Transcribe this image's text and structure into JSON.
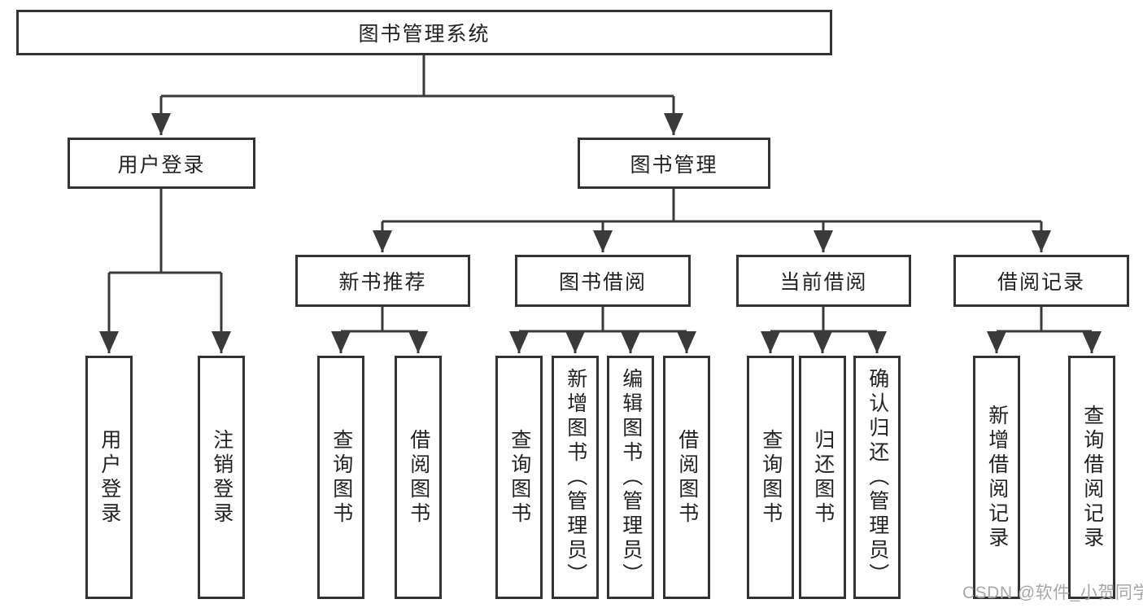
{
  "root": {
    "label": "图书管理系统"
  },
  "level1": [
    {
      "label": "用户登录"
    },
    {
      "label": "图书管理"
    }
  ],
  "level2": [
    {
      "label": "新书推荐",
      "parent": "图书管理"
    },
    {
      "label": "图书借阅",
      "parent": "图书管理"
    },
    {
      "label": "当前借阅",
      "parent": "图书管理"
    },
    {
      "label": "借阅记录",
      "parent": "图书管理"
    }
  ],
  "leaves": [
    {
      "label": "用户登录",
      "parent": "用户登录"
    },
    {
      "label": "注销登录",
      "parent": "用户登录"
    },
    {
      "label": "查询图书",
      "parent": "新书推荐"
    },
    {
      "label": "借阅图书",
      "parent": "新书推荐"
    },
    {
      "label": "查询图书",
      "parent": "图书借阅"
    },
    {
      "label": "新增图书（管理员）",
      "parent": "图书借阅"
    },
    {
      "label": "编辑图书（管理员）",
      "parent": "图书借阅"
    },
    {
      "label": "借阅图书",
      "parent": "图书借阅"
    },
    {
      "label": "查询图书",
      "parent": "当前借阅"
    },
    {
      "label": "归还图书",
      "parent": "当前借阅"
    },
    {
      "label": "确认归还（管理员）",
      "parent": "当前借阅"
    },
    {
      "label": "新增借阅记录",
      "parent": "借阅记录"
    },
    {
      "label": "查询借阅记录",
      "parent": "借阅记录"
    }
  ],
  "watermark": {
    "text": "CSDN @软件_小贺同学"
  },
  "colors": {
    "border": "#333333",
    "line": "#3a3a3a",
    "text": "#222222",
    "watermark": "#a7a7a7",
    "background": "#ffffff"
  }
}
